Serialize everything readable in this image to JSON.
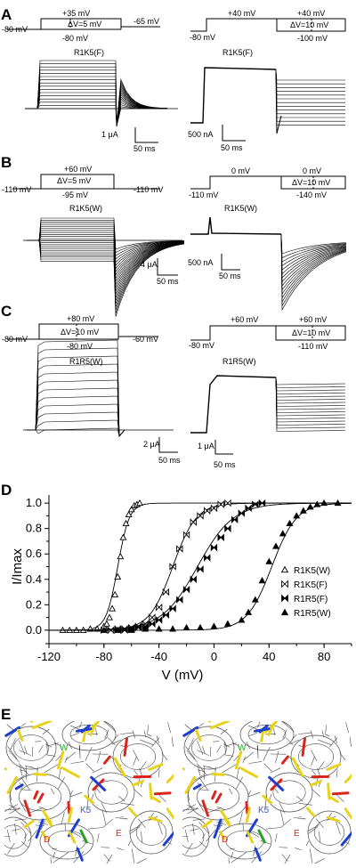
{
  "panels": {
    "A": {
      "letter": "A",
      "left": {
        "title": "R1K5(F)",
        "v_hold": "-80 mV",
        "v_top": "+35 mV",
        "v_step": "ΔV=5 mV",
        "v_bot": "-80 mV",
        "v_tail": "-65 mV",
        "scale_y": "1 μA",
        "scale_x": "50 ms"
      },
      "right": {
        "title": "R1K5(F)",
        "v_hold": "-80 mV",
        "v_pre": "+40 mV",
        "v_top": "+40 mV",
        "v_step": "ΔV=10 mV",
        "v_bot": "-100 mV",
        "scale_y": "500 nA",
        "scale_x": "50 ms"
      }
    },
    "B": {
      "letter": "B",
      "left": {
        "title": "R1K5(W)",
        "v_hold": "-110 mV",
        "v_top": "+60 mV",
        "v_step": "ΔV=5 mV",
        "v_bot": "-95 mV",
        "v_tail": "-110 mV",
        "scale_y": "4 μA",
        "scale_x": "50 ms"
      },
      "right": {
        "title": "R1K5(W)",
        "v_hold": "-110 mV",
        "v_pre": "0 mV",
        "v_top": "0 mV",
        "v_step": "ΔV=10 mV",
        "v_bot": "-140 mV",
        "scale_y": "500 nA",
        "scale_x": "50 ms"
      }
    },
    "C": {
      "letter": "C",
      "left": {
        "title": "R1R5(W)",
        "v_hold": "-80 mV",
        "v_top": "+80 mV",
        "v_step": "ΔV=10 mV",
        "v_bot": "-80 mV",
        "v_tail": "-60 mV",
        "scale_y": "2 μA",
        "scale_x": "50 ms"
      },
      "right": {
        "title": "R1R5(W)",
        "v_hold": "-80 mV",
        "v_pre": "+60 mV",
        "v_top": "+60 mV",
        "v_step": "ΔV=10 mV",
        "v_bot": "-110 mV",
        "scale_y": "1 μA",
        "scale_x": "50 ms"
      }
    },
    "D": {
      "letter": "D"
    },
    "E": {
      "letter": "E",
      "labels": [
        "W",
        "K5",
        "D",
        "E"
      ],
      "colors": {
        "mesh": "#4a4a4a",
        "carbon": "#e8d21a",
        "nitrogen": "#1f3fd0",
        "oxygen": "#d8261c",
        "green": "#2aa02a"
      }
    }
  },
  "chart_data": {
    "type": "scatter",
    "xlabel": "V (mV)",
    "ylabel": "I/Imax",
    "xlim": [
      -120,
      100
    ],
    "ylim": [
      -0.05,
      1.05
    ],
    "xticks": [
      -120,
      -80,
      -40,
      0,
      40,
      80
    ],
    "yticks": [
      0.0,
      0.2,
      0.4,
      0.6,
      0.8,
      1.0
    ],
    "xtick_labels": [
      "-120",
      "-80",
      "-40",
      "0",
      "40",
      "80"
    ],
    "ytick_labels": [
      "0.0",
      "0.2",
      "0.4",
      "0.6",
      "0.8",
      "1.0"
    ],
    "legend_position": "bottom-right",
    "series": [
      {
        "name": "R1K5(W)",
        "marker": "open-triangle",
        "x": [
          -110,
          -105,
          -100,
          -95,
          -90,
          -85,
          -80,
          -78,
          -76,
          -74,
          -72,
          -70,
          -68,
          -66,
          -64,
          -62,
          -60,
          -58,
          -56,
          -54
        ],
        "y": [
          0.0,
          0.0,
          0.0,
          0.0,
          0.01,
          0.01,
          0.03,
          0.05,
          0.1,
          0.17,
          0.28,
          0.42,
          0.58,
          0.73,
          0.84,
          0.91,
          0.95,
          0.98,
          0.99,
          1.0
        ]
      },
      {
        "name": "R1K5(F)",
        "marker": "open-bowtie",
        "x": [
          -80,
          -75,
          -70,
          -65,
          -60,
          -55,
          -50,
          -45,
          -40,
          -35,
          -30,
          -25,
          -20,
          -15,
          -10,
          -5,
          0,
          5,
          10
        ],
        "y": [
          0.0,
          0.0,
          0.01,
          0.01,
          0.02,
          0.03,
          0.05,
          0.1,
          0.18,
          0.3,
          0.5,
          0.64,
          0.75,
          0.85,
          0.9,
          0.94,
          0.96,
          0.99,
          1.0
        ]
      },
      {
        "name": "R1R5(F)",
        "marker": "filled-bowtie",
        "x": [
          -70,
          -65,
          -60,
          -55,
          -50,
          -45,
          -40,
          -35,
          -30,
          -25,
          -20,
          -15,
          -10,
          -5,
          0,
          5,
          10,
          15,
          20,
          25,
          30,
          35
        ],
        "y": [
          0.0,
          0.0,
          0.01,
          0.02,
          0.03,
          0.05,
          0.08,
          0.12,
          0.17,
          0.24,
          0.32,
          0.4,
          0.48,
          0.57,
          0.65,
          0.73,
          0.8,
          0.87,
          0.92,
          0.96,
          0.99,
          1.0
        ]
      },
      {
        "name": "R1R5(W)",
        "marker": "filled-triangle",
        "x": [
          -80,
          -70,
          -60,
          -50,
          -40,
          -30,
          -20,
          -10,
          0,
          10,
          20,
          25,
          30,
          35,
          40,
          45,
          50,
          55,
          60,
          65,
          70,
          75,
          80,
          90
        ],
        "y": [
          0.0,
          0.0,
          0.0,
          0.01,
          0.01,
          0.01,
          0.02,
          0.02,
          0.03,
          0.05,
          0.08,
          0.14,
          0.24,
          0.39,
          0.54,
          0.66,
          0.76,
          0.84,
          0.9,
          0.94,
          0.97,
          0.99,
          1.0,
          1.0
        ]
      }
    ]
  }
}
